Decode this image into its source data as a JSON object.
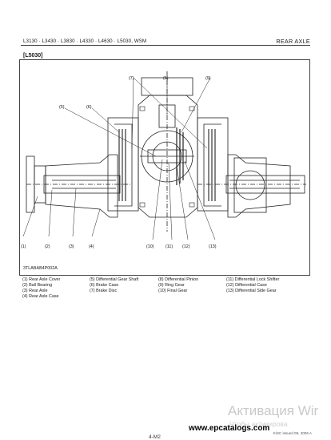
{
  "header": {
    "models": "L3130 · L3430 · L3830 · L4330 · L4630 · L5030, WSM",
    "section": "REAR  AXLE"
  },
  "model_tag": "[L5030]",
  "figure": {
    "code": "3TLABAB4P002A",
    "callouts": [
      "(1)",
      "(2)",
      "(3)",
      "(4)",
      "(5)",
      "(6)",
      "(7)",
      "(8)",
      "(9)",
      "(10)",
      "(11)",
      "(12)",
      "(13)"
    ]
  },
  "legend": {
    "col1": [
      "(1) Rear Axle Cover",
      "(2) Ball Bearing",
      "(3) Rear Axle",
      "(4) Rear Axle Case"
    ],
    "col2": [
      "(5) Differential Gear Shaft",
      "(6) Brake Case",
      "(7) Brake Disc"
    ],
    "col3": [
      "(8) Differential Pinion",
      "(9) Ring Gear",
      "(10) Final Gear"
    ],
    "col4": [
      "(11) Differential Lock Shifter",
      "(12) Differential Case",
      "(13) Differential Side Gear"
    ]
  },
  "footer": {
    "issue": "KiSC issued 09, 2006 A",
    "page": "4-M2"
  },
  "watermark": {
    "title": "Активация Wir",
    "subtitle": "Чтобы активирова"
  },
  "site": "www.epcatalogs.com"
}
